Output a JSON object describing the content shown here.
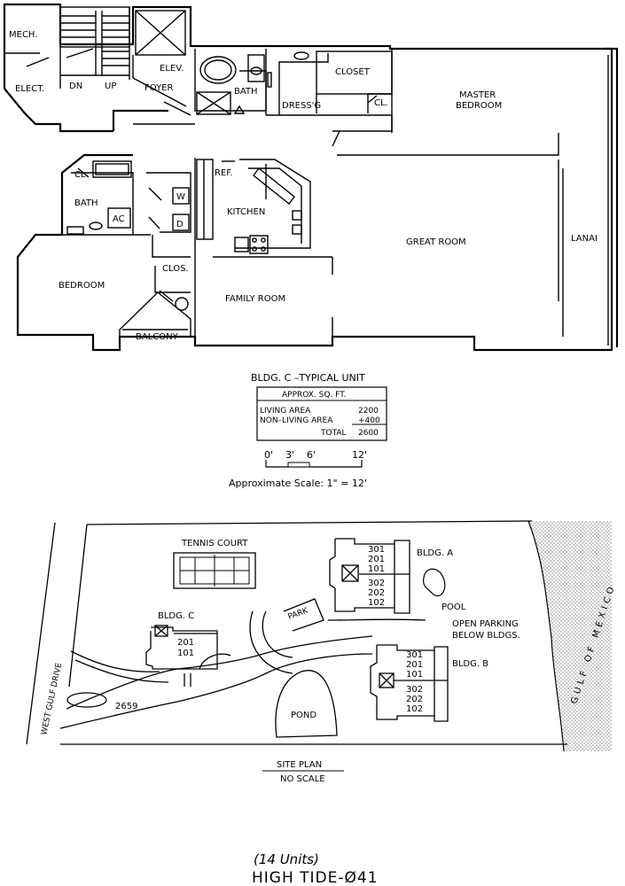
{
  "floor_plan": {
    "rooms": {
      "mech": "MECH.",
      "elect": "ELECT.",
      "dn": "DN",
      "up": "UP",
      "elev": "ELEV.",
      "foyer": "FOYER",
      "bath_master": "BATH",
      "dressing": "DRESS'G",
      "closet": "CLOSET",
      "cl_master": "CL.",
      "master_bedroom_1": "MASTER",
      "master_bedroom_2": "BEDROOM",
      "cl_guest": "CL",
      "bath_guest": "BATH",
      "ac": "AC",
      "washer": "W",
      "dryer": "D",
      "ref": "REF.",
      "kitchen": "KITCHEN",
      "great_room": "GREAT ROOM",
      "lanai": "LANAI",
      "bedroom": "BEDROOM",
      "clos": "CLOS.",
      "family_room": "FAMILY ROOM",
      "balcony": "BALCONY"
    }
  },
  "unit_info": {
    "title": "BLDG. C –TYPICAL UNIT",
    "table_header": "APPROX. SQ. FT.",
    "rows": [
      {
        "label": "LIVING AREA",
        "value": "2200"
      },
      {
        "label": "NON–LIVING AREA",
        "value": "+400"
      },
      {
        "label": "TOTAL",
        "value": "2600"
      }
    ]
  },
  "scale": {
    "ticks": [
      "0'",
      "3'",
      "6'",
      "12'"
    ],
    "caption": "Approximate Scale: 1\" = 12'"
  },
  "site_plan": {
    "tennis_court": "TENNIS COURT",
    "bldg_a": "BLDG. A",
    "bldg_a_units_upper": [
      "301",
      "201",
      "101"
    ],
    "bldg_a_units_lower": [
      "302",
      "202",
      "102"
    ],
    "pool": "POOL",
    "park": "PARK",
    "open_parking_1": "OPEN PARKING",
    "open_parking_2": "BELOW BLDGS.",
    "bldg_c": "BLDG. C",
    "bldg_c_units": [
      "201",
      "101"
    ],
    "bldg_b": "BLDG. B",
    "bldg_b_units_upper": [
      "301",
      "201",
      "101"
    ],
    "bldg_b_units_lower": [
      "302",
      "202",
      "102"
    ],
    "road": "WEST GULF DRIVE",
    "address": "2659",
    "pond": "POND",
    "gulf": "GULF OF MEXICO",
    "title": "SITE PLAN",
    "subtitle": "NO SCALE"
  },
  "footer": {
    "units": "(14 Units)",
    "name": "HIGH TIDE-Ø41"
  }
}
